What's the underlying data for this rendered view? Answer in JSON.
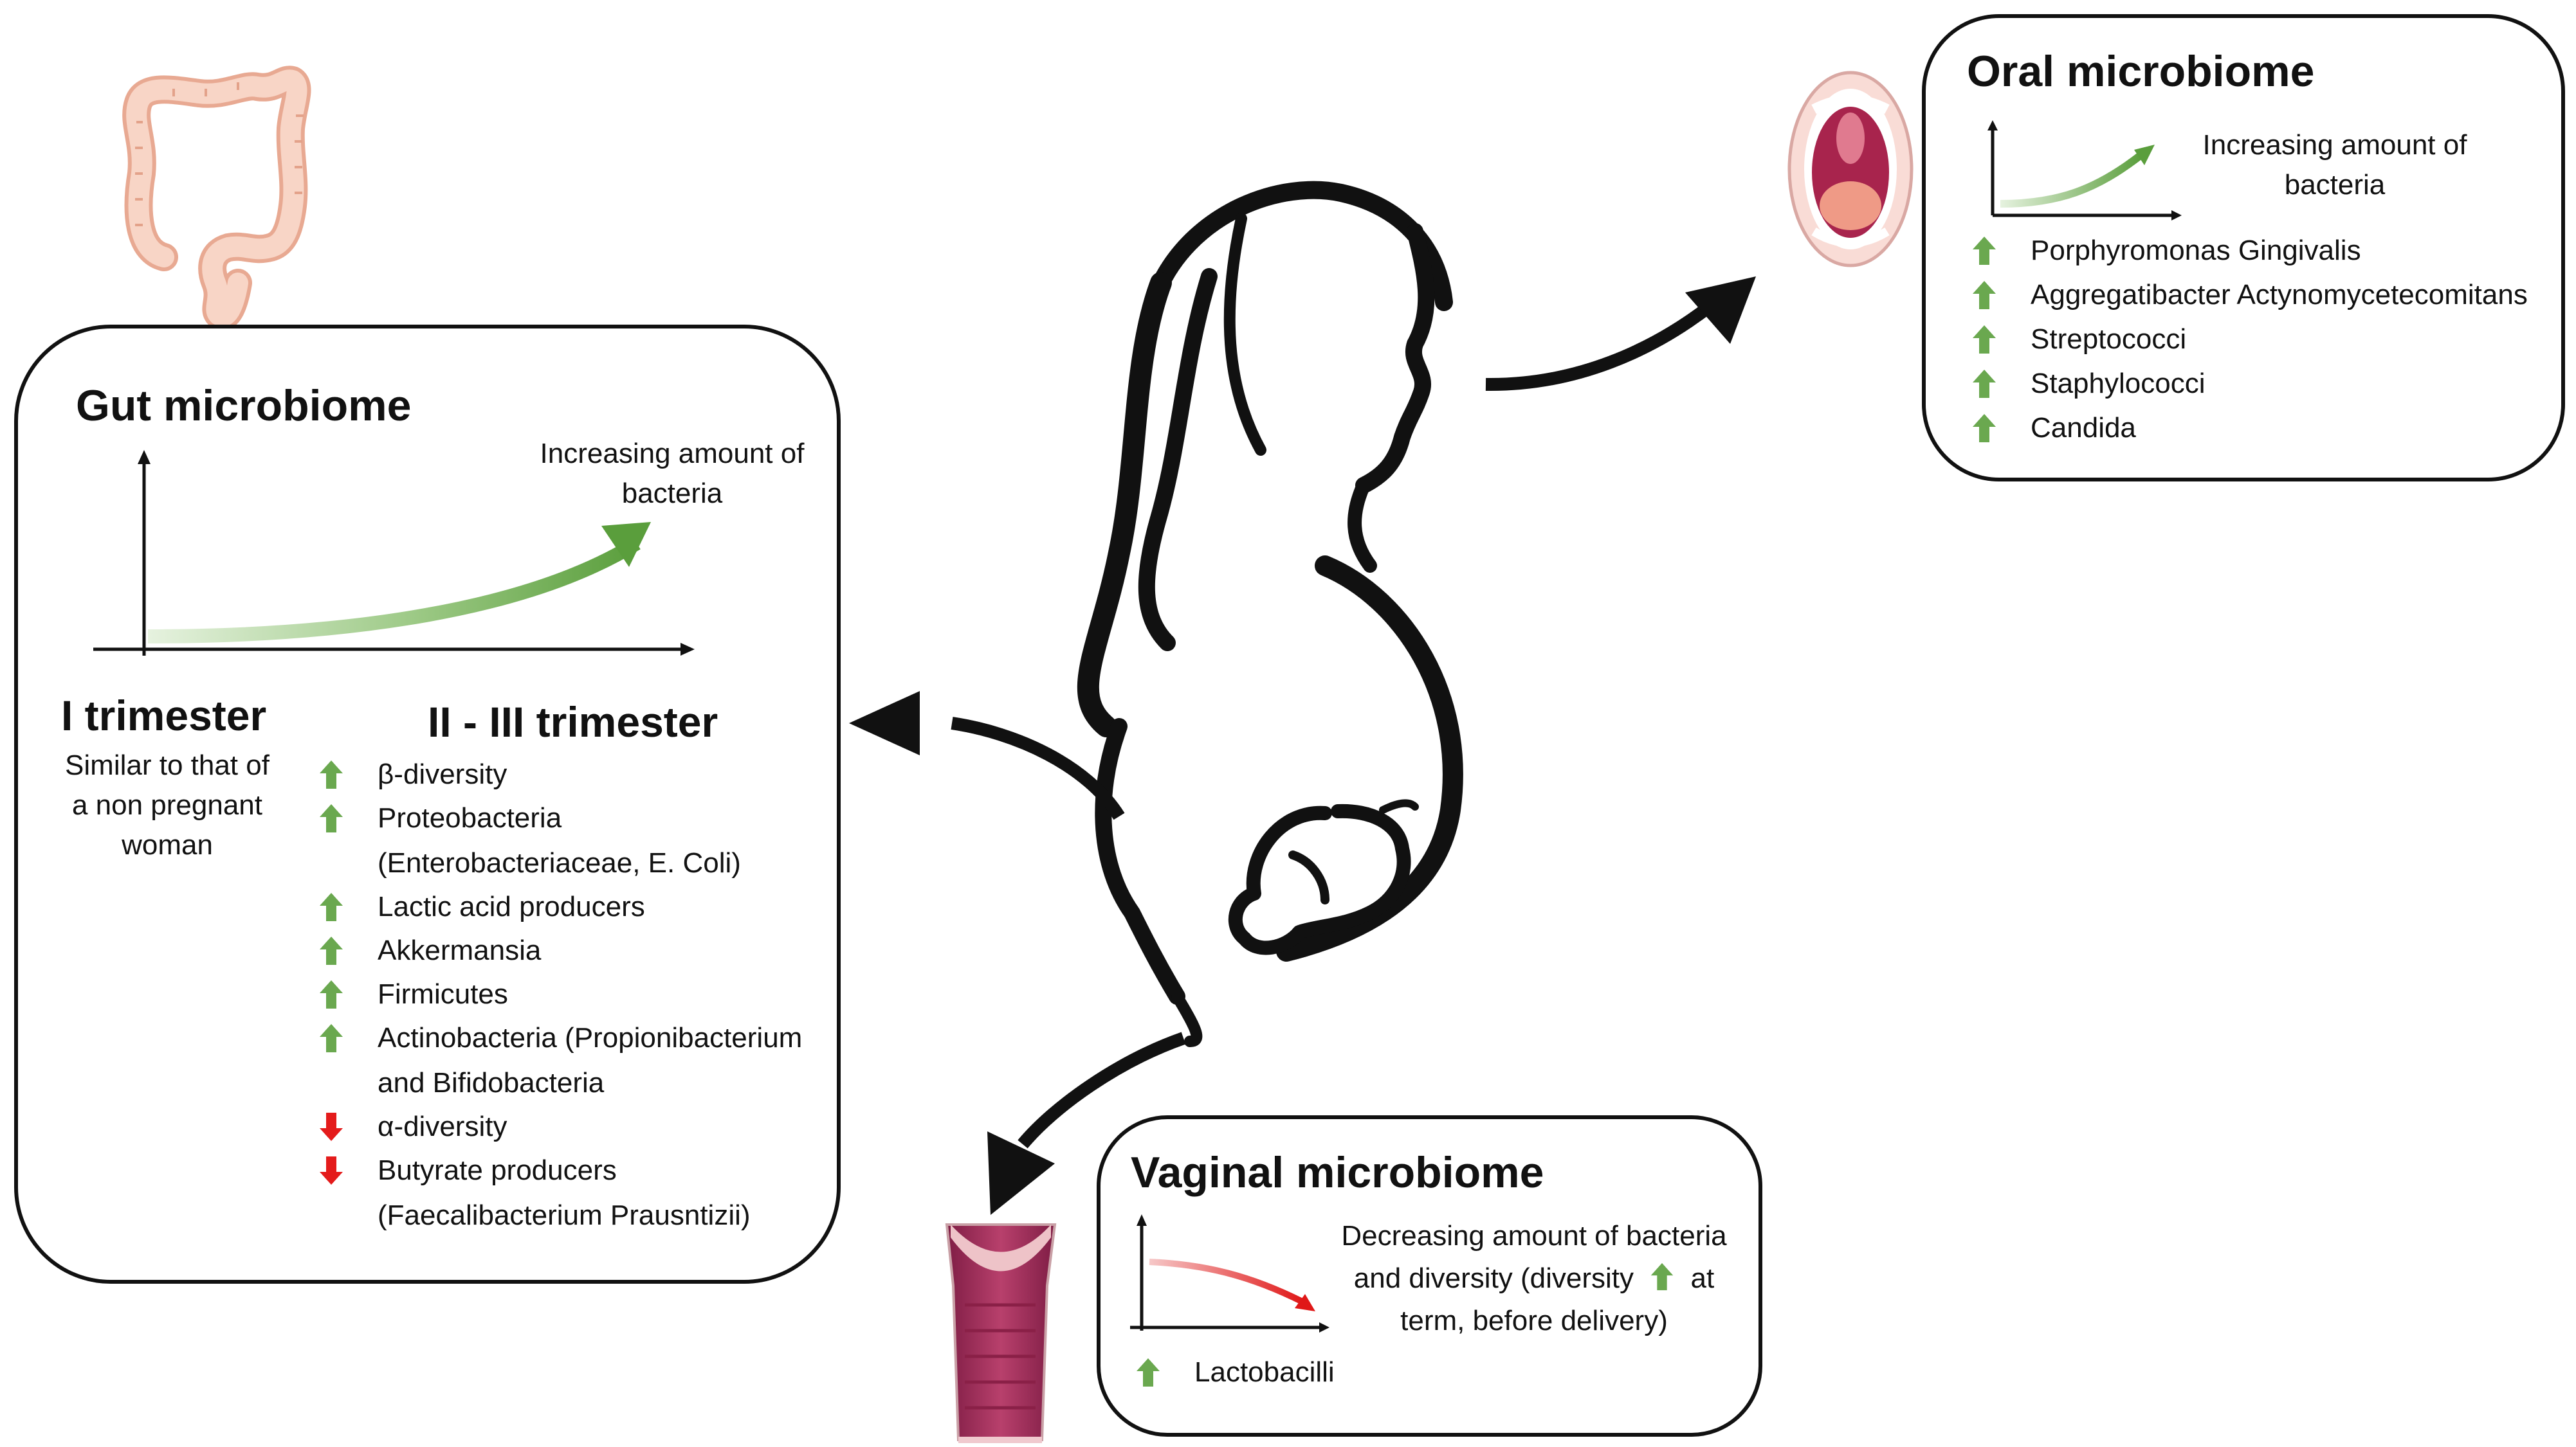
{
  "colors": {
    "up": "#6aa84f",
    "down": "#e41b1b",
    "ink": "#111111",
    "organ_pink": "#f4c7b8",
    "mouth_red": "#c7325d",
    "vagina": "#a2315a"
  },
  "icons": {
    "gut": "large-intestine-icon",
    "mouth": "open-mouth-icon",
    "vagina": "vaginal-canal-icon",
    "woman": "pregnant-woman-silhouette-icon"
  },
  "oral": {
    "title": "Oral microbiome",
    "trend_line1": "Increasing amount of",
    "trend_line2": "bacteria",
    "items": [
      {
        "dir": "up",
        "text": "Porphyromonas Gingivalis"
      },
      {
        "dir": "up",
        "text": "Aggregatibacter Actynomycetecomitans"
      },
      {
        "dir": "up",
        "text": "Streptococci"
      },
      {
        "dir": "up",
        "text": "Staphylococci"
      },
      {
        "dir": "up",
        "text": "Candida"
      }
    ]
  },
  "gut": {
    "title": "Gut microbiome",
    "trend_line1": "Increasing amount of",
    "trend_line2": "bacteria",
    "t1": {
      "heading": "I trimester",
      "lines": [
        "Similar to that of",
        "a non pregnant",
        "woman"
      ]
    },
    "t23": {
      "heading": "II - III trimester",
      "items": [
        {
          "dir": "up",
          "text": "β-diversity"
        },
        {
          "dir": "up",
          "text": "Proteobacteria",
          "cont": "(Enterobacteriaceae, E. Coli)"
        },
        {
          "dir": "up",
          "text": "Lactic acid producers"
        },
        {
          "dir": "up",
          "text": "Akkermansia"
        },
        {
          "dir": "up",
          "text": "Firmicutes"
        },
        {
          "dir": "up",
          "text": "Actinobacteria (Propionibacterium",
          "cont": "and Bifidobacteria"
        },
        {
          "dir": "down",
          "text": "α-diversity"
        },
        {
          "dir": "down",
          "text": "Butyrate producers",
          "cont": "(Faecalibacterium Prausntizii)"
        }
      ]
    }
  },
  "vaginal": {
    "title": "Vaginal microbiome",
    "trend_line1": "Decreasing amount of bacteria",
    "trend_line2a": "and diversity (diversity",
    "trend_line2b": "at",
    "trend_line3": "term, before delivery)",
    "items": [
      {
        "dir": "up",
        "text": "Lactobacilli"
      }
    ]
  }
}
